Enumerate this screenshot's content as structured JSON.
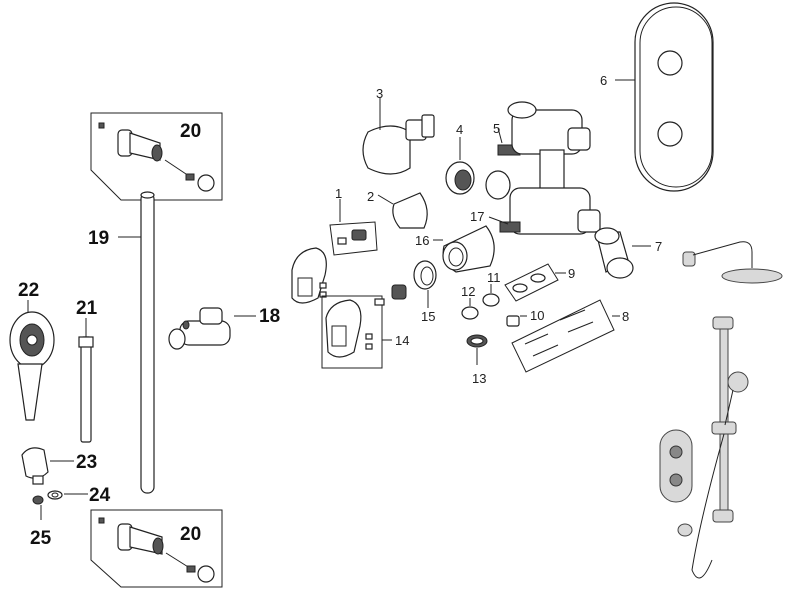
{
  "callouts": {
    "c1": "1",
    "c2": "2",
    "c3": "3",
    "c4": "4",
    "c5": "5",
    "c6": "6",
    "c7": "7",
    "c8": "8",
    "c9": "9",
    "c10": "10",
    "c11": "11",
    "c12": "12",
    "c13": "13",
    "c14": "14",
    "c15": "15",
    "c16": "16",
    "c17": "17",
    "c18": "18",
    "c19": "19",
    "c20a": "20",
    "c20b": "20",
    "c21": "21",
    "c22": "22",
    "c23": "23",
    "c24": "24",
    "c25": "25"
  }
}
